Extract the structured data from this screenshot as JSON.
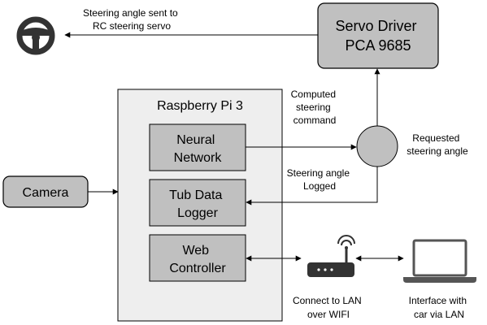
{
  "colors": {
    "box_fill": "#c0c0c0",
    "container_fill": "#eeeeee",
    "stroke": "#000000",
    "icon": "#333333"
  },
  "nodes": {
    "servo_driver": {
      "lines": [
        "Servo Driver",
        "PCA 9685"
      ]
    },
    "raspberry_pi": {
      "label": "Raspberry Pi 3"
    },
    "neural_network": {
      "lines": [
        "Neural",
        "Network"
      ]
    },
    "tub_data_logger": {
      "lines": [
        "Tub Data",
        "Logger"
      ]
    },
    "web_controller": {
      "lines": [
        "Web",
        "Controller"
      ]
    },
    "camera": {
      "label": "Camera"
    }
  },
  "annotations": {
    "steering_sent": [
      "Steering angle sent to",
      "RC steering servo"
    ],
    "computed_command": [
      "Computed",
      "steering",
      "command"
    ],
    "requested_angle": [
      "Requested",
      "steering angle"
    ],
    "angle_logged": [
      "Steering angle",
      "Logged"
    ],
    "connect_lan": [
      "Connect to LAN",
      "over WIFI"
    ],
    "interface_lan": [
      "Interface with",
      "car via LAN"
    ]
  },
  "icons": {
    "steering_wheel": "steering-wheel-icon",
    "router": "wifi-router-icon",
    "laptop": "laptop-icon"
  }
}
